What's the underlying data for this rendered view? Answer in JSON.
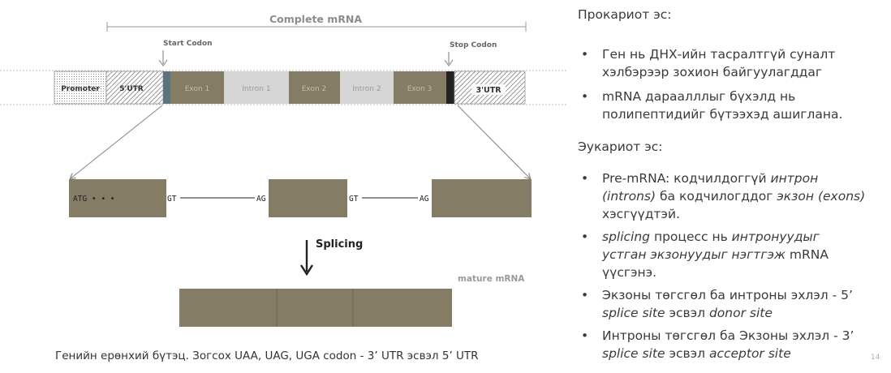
{
  "diagram": {
    "complete_label": "Complete mRNA",
    "start_codon_label": "Start Codon",
    "stop_codon_label": "Stop Codon",
    "segments": {
      "promoter": "Promoter",
      "utr5": "5'UTR",
      "exon1": "Exon 1",
      "intron1": "Intron 1",
      "exon2": "Exon 2",
      "intron2": "Intron 2",
      "exon3": "Exon 3",
      "utr3": "3'UTR"
    },
    "atg_label": "ATG • • •",
    "gt_label": "GT",
    "ag_label": "AG",
    "splicing_label": "Splicing",
    "mature_label": "mature mRNA",
    "colors": {
      "exon": "#847c64",
      "intron": "#d6d6d6",
      "start_marker": "#5b7379",
      "stop_marker": "#222222"
    }
  },
  "caption": "Генийн ерөнхий бүтэц. Зогсох UAA, UAG, UGA codon -  3’ UTR эсвэл 5’ UTR",
  "page_number": "14",
  "right": {
    "prokaryote_heading": "Прокариот эс:",
    "prokaryote_items": [
      {
        "lines": [
          [
            {
              "t": "Ген нь ДНХ-ийн тасралтгүй суналт"
            }
          ],
          [
            {
              "t": "хэлбэрээр зохион байгуулагддаг"
            }
          ]
        ]
      },
      {
        "lines": [
          [
            {
              "t": "mRNA дараалллыг бүхэлд нь"
            }
          ],
          [
            {
              "t": "полипептидийг бүтээхэд ашиглана."
            }
          ]
        ]
      }
    ],
    "eukaryote_heading": "Эукариот эс:",
    "eukaryote_items": [
      {
        "lines": [
          [
            {
              "t": "Pre-mRNA: кодчилдоггүй "
            },
            {
              "t": "интрон",
              "i": true
            }
          ],
          [
            {
              "t": "(introns)",
              "i": true
            },
            {
              "t": " ба кодчилогддог "
            },
            {
              "t": "экзон (exons)",
              "i": true
            }
          ],
          [
            {
              "t": "хэсгүүдтэй."
            }
          ]
        ]
      },
      {
        "lines": [
          [
            {
              "t": "splicing",
              "i": true
            },
            {
              "t": " процесс нь "
            },
            {
              "t": "интронуудыг",
              "i": true
            }
          ],
          [
            {
              "t": "устган экзонуудыг нэгтгэж",
              "i": true
            },
            {
              "t": " mRNA"
            }
          ],
          [
            {
              "t": "үүсгэнэ."
            }
          ]
        ]
      },
      {
        "lines": [
          [
            {
              "t": "Экзоны төгсгөл ба интроны эхлэл - 5’"
            }
          ],
          [
            {
              "t": "splice site",
              "i": true
            },
            {
              "t": " эсвэл "
            },
            {
              "t": "donor site",
              "i": true
            }
          ]
        ]
      },
      {
        "lines": [
          [
            {
              "t": "Интроны төгсгөл ба Экзоны эхлэл - 3’"
            }
          ],
          [
            {
              "t": "splice site",
              "i": true
            },
            {
              "t": " эсвэл "
            },
            {
              "t": "acceptor site",
              "i": true
            }
          ]
        ]
      }
    ]
  }
}
